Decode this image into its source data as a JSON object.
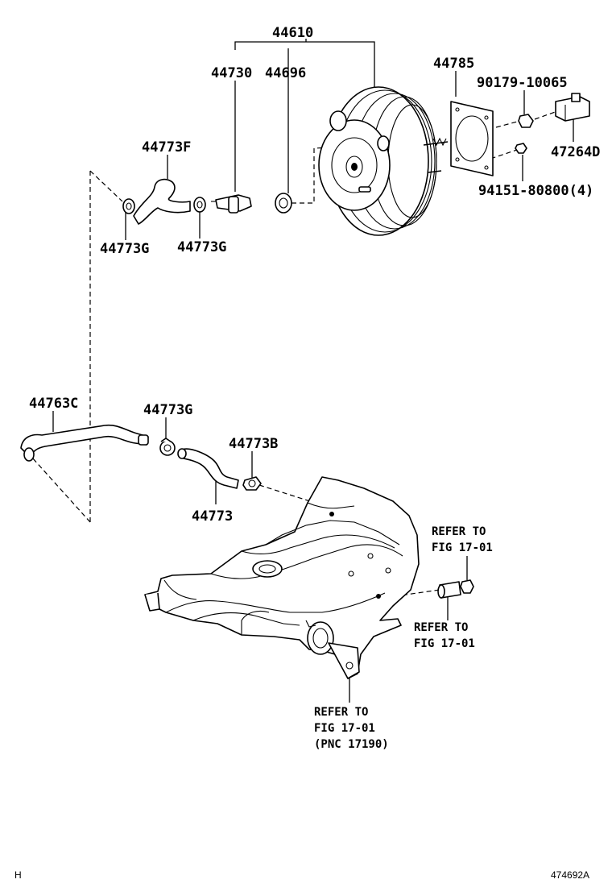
{
  "labels": {
    "p44610": "44610",
    "p44730": "44730",
    "p44696": "44696",
    "p44785": "44785",
    "p90179": "90179-10065",
    "p47264d": "47264D",
    "p94151": "94151-80800(4)",
    "p44773f": "44773F",
    "p44773g_left": "44773G",
    "p44773g_mid": "44773G",
    "p44763c": "44763C",
    "p44773g_lower": "44773G",
    "p44773b": "44773B",
    "p44773": "44773"
  },
  "refers": {
    "ref1_line1": "REFER TO",
    "ref1_line2": "FIG 17-01",
    "ref2_line1": "REFER TO",
    "ref2_line2": "FIG 17-01",
    "ref3_line1": "REFER TO",
    "ref3_line2": "FIG 17-01",
    "ref3_line3": "(PNC 17190)"
  },
  "footer": {
    "left_code": "H",
    "illustration_id": "474692A"
  }
}
